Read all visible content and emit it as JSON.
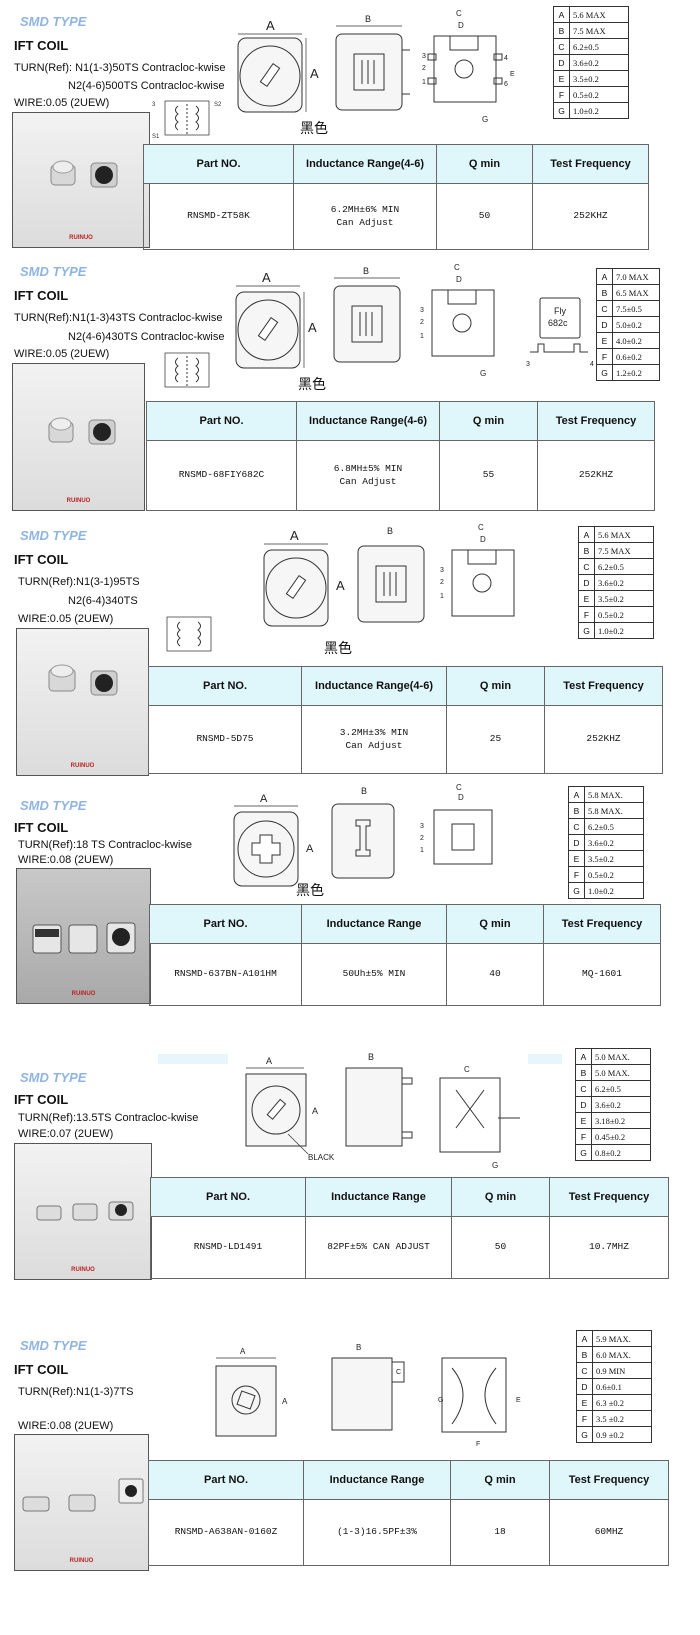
{
  "headers": [
    "Part NO.",
    "Inductance Range(4-6)",
    "Q min",
    "Test Frequency"
  ],
  "headers_plain": [
    "Part NO.",
    "Inductance Range",
    "Q min",
    "Test Frequency"
  ],
  "s1": {
    "smd": "SMD TYPE",
    "ift": "IFT COIL",
    "turn1": "TURN(Ref): N1(1-3)50TS    Contracloc-kwise",
    "turn2": "N2(4-6)500TS  Contracloc-kwise",
    "wire": "WIRE:0.05    (2UEW)",
    "label_black": "黑色",
    "part": "RNSMD-ZT58K",
    "ind": "6.2MH±6% MIN\nCan Adjust",
    "q": "50",
    "freq": "252KHZ",
    "dims": [
      [
        "A",
        "5.6 MAX"
      ],
      [
        "B",
        "7.5 MAX"
      ],
      [
        "C",
        "6.2±0.5"
      ],
      [
        "D",
        "3.6±0.2"
      ],
      [
        "E",
        "3.5±0.2"
      ],
      [
        "F",
        "0.5±0.2"
      ],
      [
        "G",
        "1.0±0.2"
      ]
    ]
  },
  "s2": {
    "smd": "SMD TYPE",
    "ift": "IFT COIL",
    "turn1": "TURN(Ref):N1(1-3)43TS    Contracloc-kwise",
    "turn2": "N2(4-6)430TS  Contracloc-kwise",
    "wire": "WIRE:0.05    (2UEW)",
    "label_black": "黑色",
    "fly": "Fly",
    "fly_code": "682c",
    "part": "RNSMD-68FIY682C",
    "ind": "6.8MH±5% MIN\nCan Adjust",
    "q": "55",
    "freq": "252KHZ",
    "dims": [
      [
        "A",
        "7.0 MAX"
      ],
      [
        "B",
        "6.5 MAX"
      ],
      [
        "C",
        "7.5±0.5"
      ],
      [
        "D",
        "5.0±0.2"
      ],
      [
        "E",
        "4.0±0.2"
      ],
      [
        "F",
        "0.6±0.2"
      ],
      [
        "G",
        "1.2±0.2"
      ]
    ]
  },
  "s3": {
    "smd": "SMD TYPE",
    "ift": "IFT COIL",
    "turn1": "TURN(Ref):N1(3-1)95TS",
    "turn2": "N2(6-4)340TS",
    "wire": "WIRE:0.05    (2UEW)",
    "label_black": "黑色",
    "part": "RNSMD-5D75",
    "ind": "3.2MH±3% MIN\nCan Adjust",
    "q": "25",
    "freq": "252KHZ",
    "dims": [
      [
        "A",
        "5.6 MAX"
      ],
      [
        "B",
        "7.5 MAX"
      ],
      [
        "C",
        "6.2±0.5"
      ],
      [
        "D",
        "3.6±0.2"
      ],
      [
        "E",
        "3.5±0.2"
      ],
      [
        "F",
        "0.5±0.2"
      ],
      [
        "G",
        "1.0±0.2"
      ]
    ]
  },
  "s4": {
    "smd": "SMD TYPE",
    "ift": "IFT COIL",
    "turn1": "TURN(Ref):18 TS    Contracloc-kwise",
    "wire": "WIRE:0.08    (2UEW)",
    "label_black": "黑色",
    "part": "RNSMD-637BN-A101HM",
    "ind": "50Uh±5% MIN",
    "q": "40",
    "freq": "MQ-1601",
    "dims": [
      [
        "A",
        "5.8 MAX."
      ],
      [
        "B",
        "5.8 MAX."
      ],
      [
        "C",
        "6.2±0.5"
      ],
      [
        "D",
        "3.6±0.2"
      ],
      [
        "E",
        "3.5±0.2"
      ],
      [
        "F",
        "0.5±0.2"
      ],
      [
        "G",
        "1.0±0.2"
      ]
    ]
  },
  "s5": {
    "smd": "SMD TYPE",
    "ift": "IFT COIL",
    "turn1": "TURN(Ref):13.5TS    Contracloc-kwise",
    "wire": "WIRE:0.07    (2UEW)",
    "label_black": "BLACK",
    "part": "RNSMD-LD1491",
    "ind": "82PF±5% CAN ADJUST",
    "q": "50",
    "freq": "10.7MHZ",
    "dims": [
      [
        "A",
        "5.0 MAX."
      ],
      [
        "B",
        "5.0 MAX."
      ],
      [
        "C",
        "6.2±0.5"
      ],
      [
        "D",
        "3.6±0.2"
      ],
      [
        "E",
        "3.18±0.2"
      ],
      [
        "F",
        "0.45±0.2"
      ],
      [
        "G",
        "0.8±0.2"
      ]
    ]
  },
  "s6": {
    "smd": "SMD TYPE",
    "ift": "IFT COIL",
    "turn1": "TURN(Ref):N1(1-3)7TS",
    "wire": "WIRE:0.08    (2UEW)",
    "part": "RNSMD-A638AN-0160Z",
    "ind": "(1-3)16.5PF±3%",
    "q": "18",
    "freq": "60MHZ",
    "dims": [
      [
        "A",
        "5.9 MAX."
      ],
      [
        "B",
        "6.0 MAX."
      ],
      [
        "C",
        "0.9 MIN"
      ],
      [
        "D",
        "0.6±0.1"
      ],
      [
        "E",
        "6.3 ±0.2"
      ],
      [
        "F",
        "3.5 ±0.2"
      ],
      [
        "G",
        "0.9 ±0.2"
      ]
    ]
  },
  "logo_text": "RUINUO"
}
